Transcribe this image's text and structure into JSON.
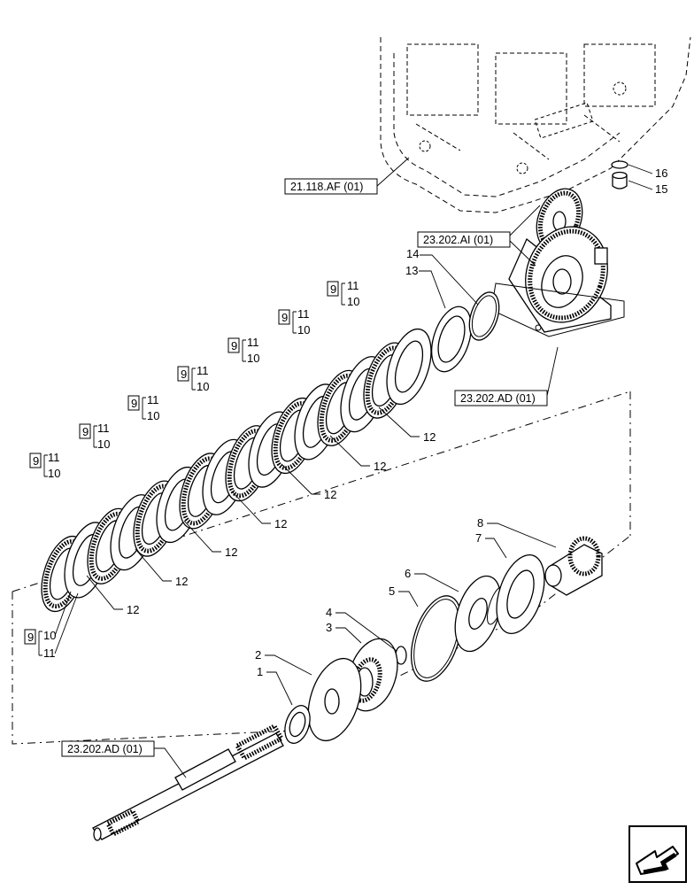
{
  "refs": {
    "housing": "21.118.AF (01)",
    "gear_pair": "23.202.AI (01)",
    "shaft_top": "23.202.AD (01)",
    "shaft_bottom": "23.202.AD (01)"
  },
  "parts": {
    "p1": "1",
    "p2": "2",
    "p3": "3",
    "p4": "4",
    "p5": "5",
    "p6": "6",
    "p7": "7",
    "p8": "8",
    "p9": "9",
    "p10": "10",
    "p11": "11",
    "p12": "12",
    "p13": "13",
    "p14": "14",
    "p15": "15",
    "p16": "16"
  },
  "nav": {
    "icon": "next-page-arrow-icon"
  }
}
